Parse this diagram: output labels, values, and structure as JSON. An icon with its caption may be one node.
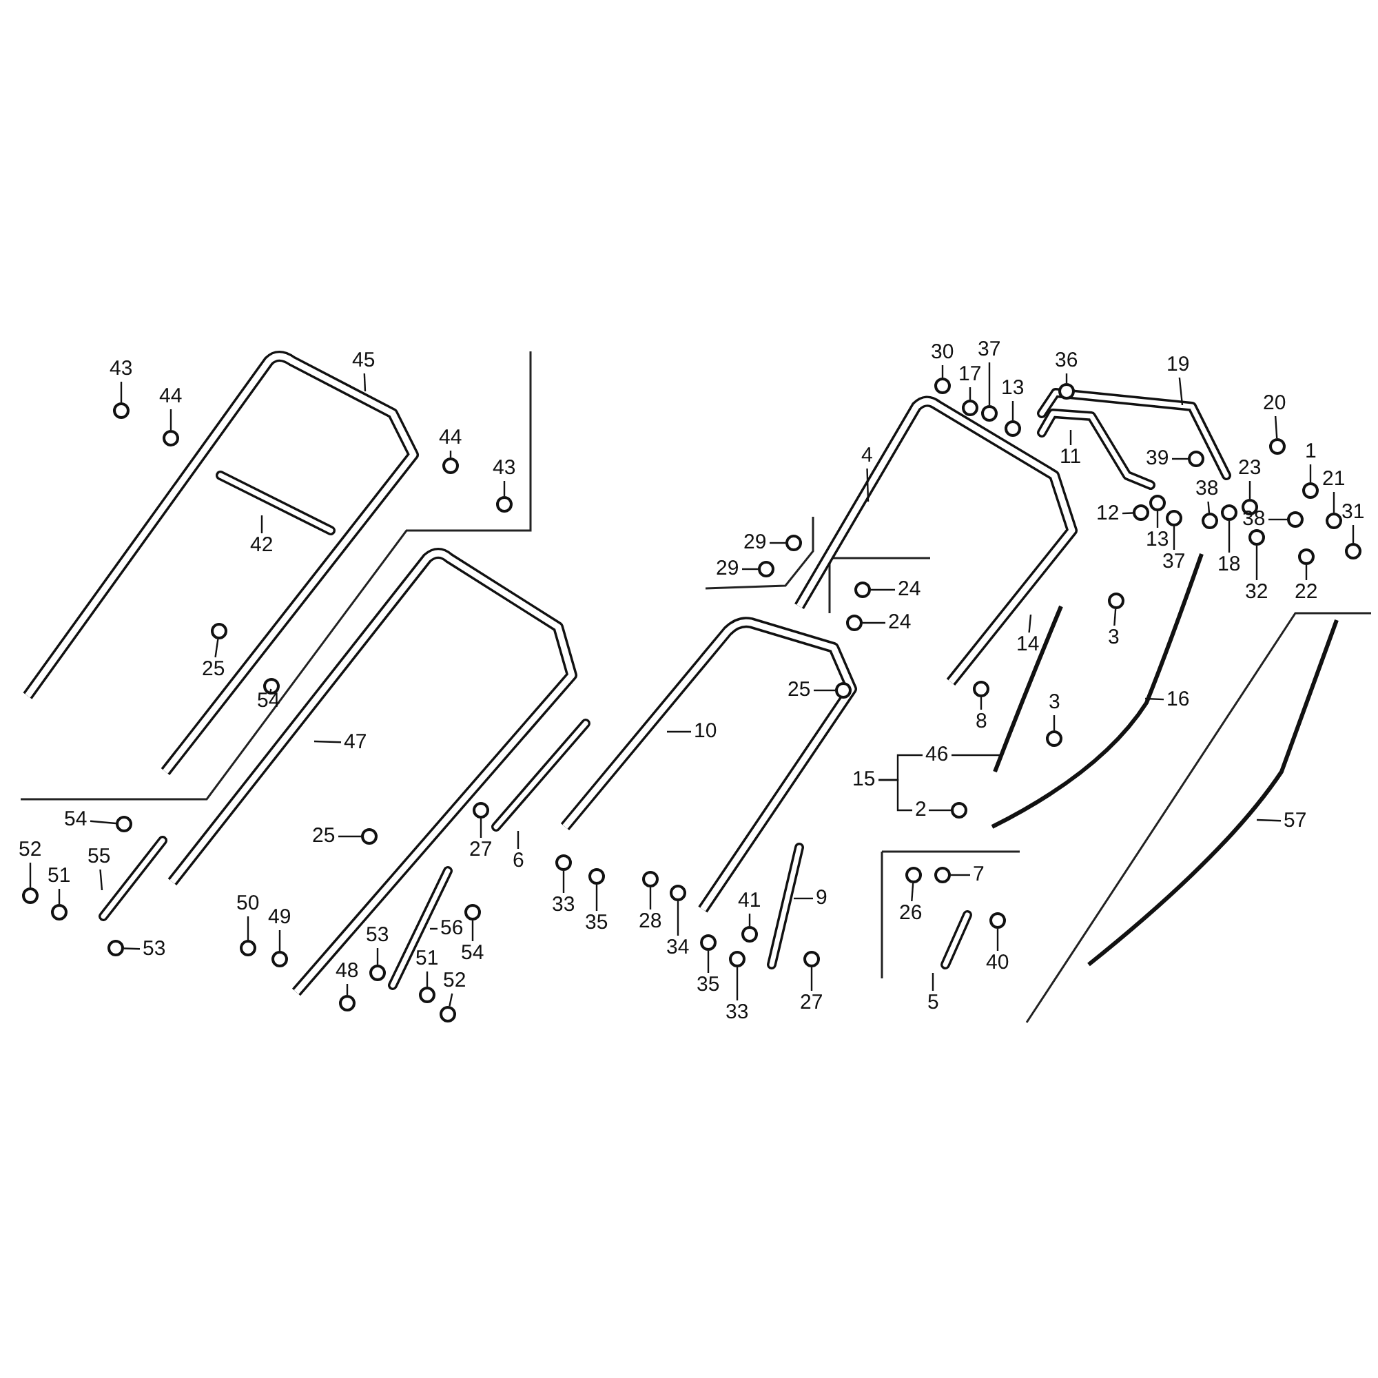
{
  "diagram": {
    "nodes": [
      {
        "text": [
          "43"
        ]
      },
      {
        "text": [
          "44"
        ]
      },
      {
        "text": [
          "45"
        ]
      },
      {
        "text": [
          "44"
        ]
      },
      {
        "text": [
          "43"
        ]
      },
      {
        "text": [
          "42"
        ]
      },
      {
        "text": [
          "25"
        ]
      },
      {
        "text": [
          "54"
        ]
      },
      {
        "text": [
          "47"
        ]
      },
      {
        "text": [
          "54"
        ]
      },
      {
        "text": [
          "52"
        ]
      },
      {
        "text": [
          "51"
        ]
      },
      {
        "text": [
          "55"
        ]
      },
      {
        "text": [
          "53"
        ]
      },
      {
        "text": [
          "50"
        ]
      },
      {
        "text": [
          "49"
        ]
      },
      {
        "text": [
          "25"
        ]
      },
      {
        "text": [
          "27"
        ]
      },
      {
        "text": [
          "6"
        ]
      },
      {
        "text": [
          "56"
        ]
      },
      {
        "text": [
          "54"
        ]
      },
      {
        "text": [
          "53"
        ]
      },
      {
        "text": [
          "48"
        ]
      },
      {
        "text": [
          "51"
        ]
      },
      {
        "text": [
          "52"
        ]
      },
      {
        "text": [
          "33"
        ]
      },
      {
        "text": [
          "35"
        ]
      },
      {
        "text": [
          "30"
        ]
      },
      {
        "text": [
          "17"
        ]
      },
      {
        "text": [
          "37"
        ]
      },
      {
        "text": [
          "13"
        ]
      },
      {
        "text": [
          "36"
        ]
      },
      {
        "text": [
          "19"
        ]
      },
      {
        "text": [
          "11"
        ]
      },
      {
        "text": [
          "4"
        ]
      },
      {
        "text": [
          "39"
        ]
      },
      {
        "text": [
          "20"
        ]
      },
      {
        "text": [
          "23"
        ]
      },
      {
        "text": [
          "1"
        ]
      },
      {
        "text": [
          "21"
        ]
      },
      {
        "text": [
          "31"
        ]
      },
      {
        "text": [
          "38"
        ]
      },
      {
        "text": [
          "38"
        ]
      },
      {
        "text": [
          "12"
        ]
      },
      {
        "text": [
          "13"
        ]
      },
      {
        "text": [
          "37"
        ]
      },
      {
        "text": [
          "18"
        ]
      },
      {
        "text": [
          "32"
        ]
      },
      {
        "text": [
          "22"
        ]
      },
      {
        "text": [
          "29"
        ]
      },
      {
        "text": [
          "29"
        ]
      },
      {
        "text": [
          "24"
        ]
      },
      {
        "text": [
          "24"
        ]
      },
      {
        "text": [
          "14"
        ]
      },
      {
        "text": [
          "3"
        ]
      },
      {
        "text": [
          "25"
        ]
      },
      {
        "text": [
          "10"
        ]
      },
      {
        "text": [
          "8"
        ]
      },
      {
        "text": [
          "16"
        ]
      },
      {
        "text": [
          "3"
        ]
      },
      {
        "text": [
          "15"
        ]
      },
      {
        "text": [
          "46"
        ]
      },
      {
        "text": [
          "2"
        ]
      },
      {
        "text": [
          "57"
        ]
      },
      {
        "text": [
          "7"
        ]
      },
      {
        "text": [
          "26"
        ]
      },
      {
        "text": [
          "40"
        ]
      },
      {
        "text": [
          "5"
        ]
      },
      {
        "text": [
          "28"
        ]
      },
      {
        "text": [
          "34"
        ]
      },
      {
        "text": [
          "41"
        ]
      },
      {
        "text": [
          "9"
        ]
      },
      {
        "text": [
          "35"
        ]
      },
      {
        "text": [
          "33"
        ]
      },
      {
        "text": [
          "27"
        ]
      },
      {
        "text": [],
        "shape": "circle"
      },
      {
        "text": [],
        "shape": "circle"
      },
      {
        "text": [],
        "shape": "circle"
      },
      {
        "text": [],
        "shape": "circle"
      },
      {
        "text": [],
        "shape": "circle"
      },
      {
        "text": [],
        "shape": "circle"
      },
      {
        "text": [],
        "shape": "circle"
      },
      {
        "text": [],
        "shape": "circle"
      },
      {
        "text": [],
        "shape": "circle"
      },
      {
        "text": [],
        "shape": "circle"
      },
      {
        "text": [],
        "shape": "circle"
      },
      {
        "text": [],
        "shape": "circle"
      },
      {
        "text": [],
        "shape": "circle"
      },
      {
        "text": [],
        "shape": "circle"
      },
      {
        "text": [],
        "shape": "circle"
      },
      {
        "text": [],
        "shape": "circle"
      },
      {
        "text": [],
        "shape": "circle"
      },
      {
        "text": [],
        "shape": "circle"
      },
      {
        "text": [],
        "shape": "circle"
      },
      {
        "text": [],
        "shape": "circle"
      },
      {
        "text": [],
        "shape": "circle"
      },
      {
        "text": [],
        "shape": "circle"
      },
      {
        "text": [],
        "shape": "circle"
      },
      {
        "text": [],
        "shape": "circle"
      },
      {
        "text": [],
        "shape": "circle"
      },
      {
        "text": [],
        "shape": "circle"
      },
      {
        "text": [],
        "shape": "circle"
      },
      {
        "text": [],
        "shape": "circle"
      },
      {
        "text": [],
        "shape": "circle"
      },
      {
        "text": [],
        "shape": "circle"
      },
      {
        "text": [],
        "shape": "circle"
      },
      {
        "text": [],
        "shape": "circle"
      },
      {
        "text": [],
        "shape": "circle"
      },
      {
        "text": [],
        "shape": "circle"
      },
      {
        "text": [],
        "shape": "circle"
      },
      {
        "text": [],
        "shape": "circle"
      },
      {
        "text": [],
        "shape": "circle"
      },
      {
        "text": [],
        "shape": "circle"
      },
      {
        "text": [],
        "shape": "circle"
      },
      {
        "text": [],
        "shape": "circle"
      },
      {
        "text": [],
        "shape": "circle"
      },
      {
        "text": [],
        "shape": "circle"
      },
      {
        "text": [],
        "shape": "circle"
      },
      {
        "text": [],
        "shape": "circle"
      },
      {
        "text": [],
        "shape": "circle"
      },
      {
        "text": [],
        "shape": "circle"
      },
      {
        "text": [],
        "shape": "circle"
      },
      {
        "text": [],
        "shape": "circle"
      },
      {
        "text": [],
        "shape": "circle"
      },
      {
        "text": [],
        "shape": "circle"
      },
      {
        "text": [],
        "shape": "circle"
      },
      {
        "text": [],
        "shape": "circle"
      },
      {
        "text": [],
        "shape": "circle"
      },
      {
        "text": [],
        "shape": "circle"
      },
      {
        "text": [],
        "shape": "circle"
      },
      {
        "text": [],
        "shape": "circle"
      },
      {
        "text": [],
        "shape": "circle"
      },
      {
        "text": [],
        "shape": "circle"
      }
    ],
    "edges": [
      {
        "from": 0,
        "to": 75,
        "arrow": "none"
      },
      {
        "from": 1,
        "to": 76,
        "arrow": "none"
      },
      {
        "from": 2,
        "to": null,
        "arrow": "none"
      },
      {
        "from": 3,
        "to": 77,
        "arrow": "none"
      },
      {
        "from": 4,
        "to": 78,
        "arrow": "none"
      },
      {
        "from": 5,
        "to": null,
        "arrow": "none"
      },
      {
        "from": 6,
        "to": 79,
        "arrow": "none"
      },
      {
        "from": 7,
        "to": 80,
        "arrow": "none"
      },
      {
        "from": 8,
        "to": null,
        "arrow": "none"
      },
      {
        "from": 9,
        "to": 81,
        "arrow": "none"
      },
      {
        "from": 10,
        "to": 82,
        "arrow": "none"
      },
      {
        "from": 11,
        "to": 83,
        "arrow": "none"
      },
      {
        "from": 12,
        "to": null,
        "arrow": "none"
      },
      {
        "from": 13,
        "to": 84,
        "arrow": "none"
      },
      {
        "from": 14,
        "to": 85,
        "arrow": "none"
      },
      {
        "from": 15,
        "to": 86,
        "arrow": "none"
      },
      {
        "from": 16,
        "to": 87,
        "arrow": "none"
      },
      {
        "from": 17,
        "to": 88,
        "arrow": "none"
      },
      {
        "from": 18,
        "to": null,
        "arrow": "none"
      },
      {
        "from": 19,
        "to": null,
        "arrow": "none"
      },
      {
        "from": 20,
        "to": 89,
        "arrow": "none"
      },
      {
        "from": 21,
        "to": 90,
        "arrow": "none"
      },
      {
        "from": 22,
        "to": 91,
        "arrow": "none"
      },
      {
        "from": 23,
        "to": 92,
        "arrow": "none"
      },
      {
        "from": 24,
        "to": 93,
        "arrow": "none"
      },
      {
        "from": 25,
        "to": 94,
        "arrow": "none"
      },
      {
        "from": 26,
        "to": 95,
        "arrow": "none"
      },
      {
        "from": 27,
        "to": 96,
        "arrow": "none"
      },
      {
        "from": 28,
        "to": 97,
        "arrow": "none"
      },
      {
        "from": 29,
        "to": 98,
        "arrow": "none"
      },
      {
        "from": 30,
        "to": 99,
        "arrow": "none"
      },
      {
        "from": 31,
        "to": 100,
        "arrow": "none"
      },
      {
        "from": 32,
        "to": null,
        "arrow": "none"
      },
      {
        "from": 33,
        "to": null,
        "arrow": "none"
      },
      {
        "from": 34,
        "to": null,
        "arrow": "none"
      },
      {
        "from": 35,
        "to": 101,
        "arrow": "none"
      },
      {
        "from": 36,
        "to": 102,
        "arrow": "none"
      },
      {
        "from": 37,
        "to": 103,
        "arrow": "none"
      },
      {
        "from": 38,
        "to": 104,
        "arrow": "none"
      },
      {
        "from": 39,
        "to": 105,
        "arrow": "none"
      },
      {
        "from": 40,
        "to": 106,
        "arrow": "none"
      },
      {
        "from": 41,
        "to": 107,
        "arrow": "none"
      },
      {
        "from": 42,
        "to": 108,
        "arrow": "none"
      },
      {
        "from": 43,
        "to": 109,
        "arrow": "none"
      },
      {
        "from": 44,
        "to": 110,
        "arrow": "none"
      },
      {
        "from": 45,
        "to": 111,
        "arrow": "none"
      },
      {
        "from": 46,
        "to": 112,
        "arrow": "none"
      },
      {
        "from": 47,
        "to": 113,
        "arrow": "none"
      },
      {
        "from": 48,
        "to": 114,
        "arrow": "none"
      },
      {
        "from": 49,
        "to": 115,
        "arrow": "none"
      },
      {
        "from": 50,
        "to": 116,
        "arrow": "none"
      },
      {
        "from": 51,
        "to": 117,
        "arrow": "none"
      },
      {
        "from": 52,
        "to": 118,
        "arrow": "none"
      },
      {
        "from": 53,
        "to": null,
        "arrow": "none"
      },
      {
        "from": 54,
        "to": 119,
        "arrow": "none"
      },
      {
        "from": 55,
        "to": 120,
        "arrow": "none"
      },
      {
        "from": 56,
        "to": null,
        "arrow": "none"
      },
      {
        "from": 57,
        "to": 121,
        "arrow": "none"
      },
      {
        "from": 58,
        "to": null,
        "arrow": "none"
      },
      {
        "from": 59,
        "to": 122,
        "arrow": "none"
      },
      {
        "from": 60,
        "to": 61,
        "arrow": "none"
      },
      {
        "from": 60,
        "to": 62,
        "arrow": "none"
      },
      {
        "from": 61,
        "to": null,
        "arrow": "none"
      },
      {
        "from": 62,
        "to": 123,
        "arrow": "none"
      },
      {
        "from": 63,
        "to": null,
        "arrow": "none"
      },
      {
        "from": 64,
        "to": 124,
        "arrow": "none"
      },
      {
        "from": 65,
        "to": 125,
        "arrow": "none"
      },
      {
        "from": 66,
        "to": 126,
        "arrow": "none"
      },
      {
        "from": 67,
        "to": null,
        "arrow": "none"
      },
      {
        "from": 68,
        "to": 127,
        "arrow": "none"
      },
      {
        "from": 69,
        "to": 128,
        "arrow": "none"
      },
      {
        "from": 70,
        "to": 129,
        "arrow": "none"
      },
      {
        "from": 71,
        "to": null,
        "arrow": "none"
      },
      {
        "from": 72,
        "to": 130,
        "arrow": "none"
      },
      {
        "from": 73,
        "to": 131,
        "arrow": "none"
      },
      {
        "from": 74,
        "to": 132,
        "arrow": "none"
      }
    ]
  }
}
